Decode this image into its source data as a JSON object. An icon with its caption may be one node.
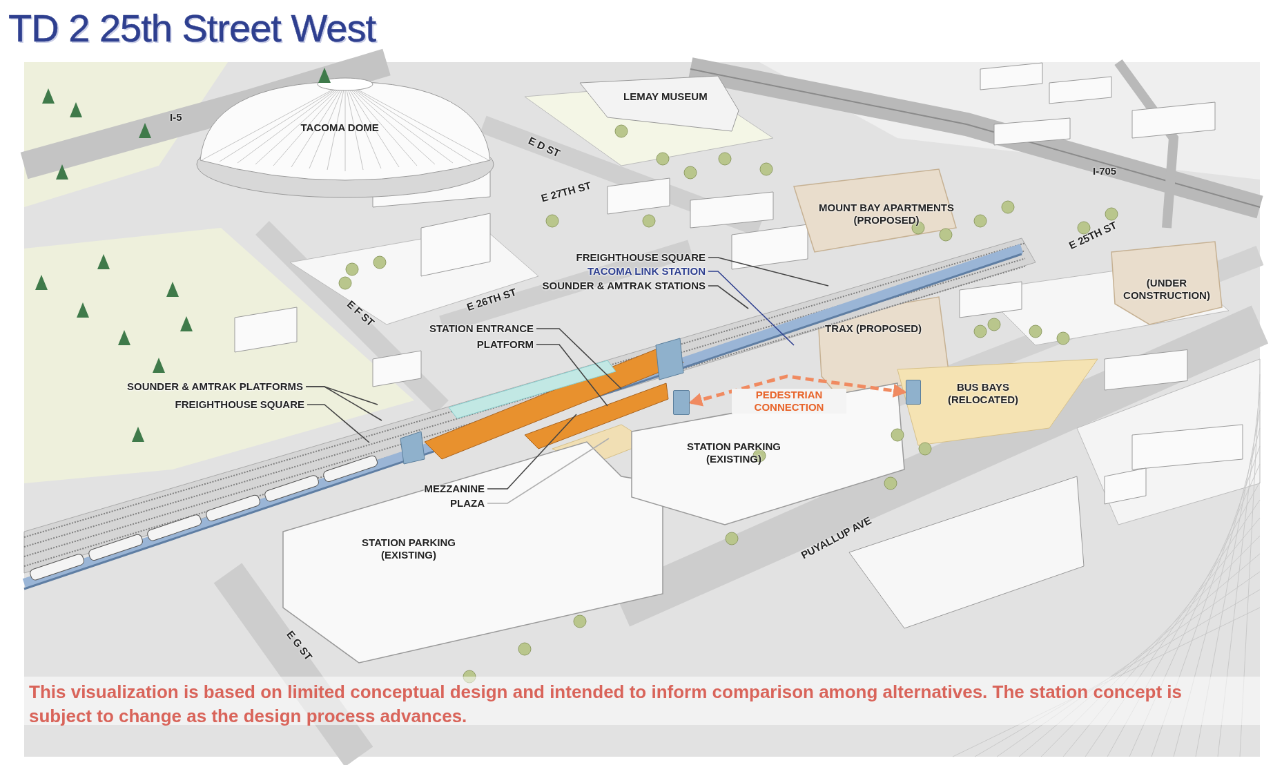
{
  "diagram": {
    "title": "TD 2 25th Street West",
    "caption": "This visualization is based on limited conceptual design and intended to inform comparison among alternatives. The station concept is subject to change as the design process advances.",
    "nodes": [
      {
        "text": [
          "FREIGHTHOUSE SQUARE"
        ]
      },
      {
        "text": [
          "TACOMA LINK STATION"
        ]
      },
      {
        "text": [
          "SOUNDER & AMTRAK STATIONS"
        ]
      },
      {
        "text": [
          "STATION ENTRANCE"
        ]
      },
      {
        "text": [
          "PLATFORM"
        ]
      },
      {
        "text": [
          "SOUNDER & AMTRAK PLATFORMS"
        ]
      },
      {
        "text": [
          "FREIGHTHOUSE SQUARE"
        ]
      },
      {
        "text": [
          "MEZZANINE"
        ]
      },
      {
        "text": [
          "PLAZA"
        ]
      },
      {
        "text": [],
        "shape": "box"
      },
      {
        "text": [],
        "shape": "box"
      }
    ],
    "edges": [
      {
        "from": 0,
        "to": null,
        "arrow": "none"
      },
      {
        "from": 1,
        "to": null,
        "arrow": "none",
        "color": "#2e3f8f"
      },
      {
        "from": 2,
        "to": null,
        "arrow": "none"
      },
      {
        "from": 3,
        "to": null,
        "arrow": "none"
      },
      {
        "from": 4,
        "to": null,
        "arrow": "none"
      },
      {
        "from": 5,
        "to": null,
        "arrow": "none"
      },
      {
        "from": 5,
        "to": null,
        "arrow": "none"
      },
      {
        "from": 6,
        "to": null,
        "arrow": "none"
      },
      {
        "from": 7,
        "to": null,
        "arrow": "none"
      },
      {
        "from": 8,
        "to": null,
        "arrow": "none",
        "color": "#b0b0b0"
      },
      {
        "from": 9,
        "to": 10,
        "arrow": "both",
        "label": "PEDESTRIAN CONNECTION",
        "style": "dashed",
        "color": "#f08a60"
      }
    ],
    "labels": [
      "I-5",
      "TACOMA DOME",
      "LEMAY MUSEUM",
      "E D ST",
      "E 27TH ST",
      "I-705",
      "MOUNT BAY APARTMENTS (PROPOSED)",
      "E 25TH ST",
      "(UNDER CONSTRUCTION)",
      "E F ST",
      "E 26TH ST",
      "TRAX (PROPOSED)",
      "BUS BAYS (RELOCATED)",
      "STATION PARKING (EXISTING)",
      "STATION PARKING (EXISTING)",
      "PUYALLUP AVE",
      "E G ST"
    ]
  }
}
